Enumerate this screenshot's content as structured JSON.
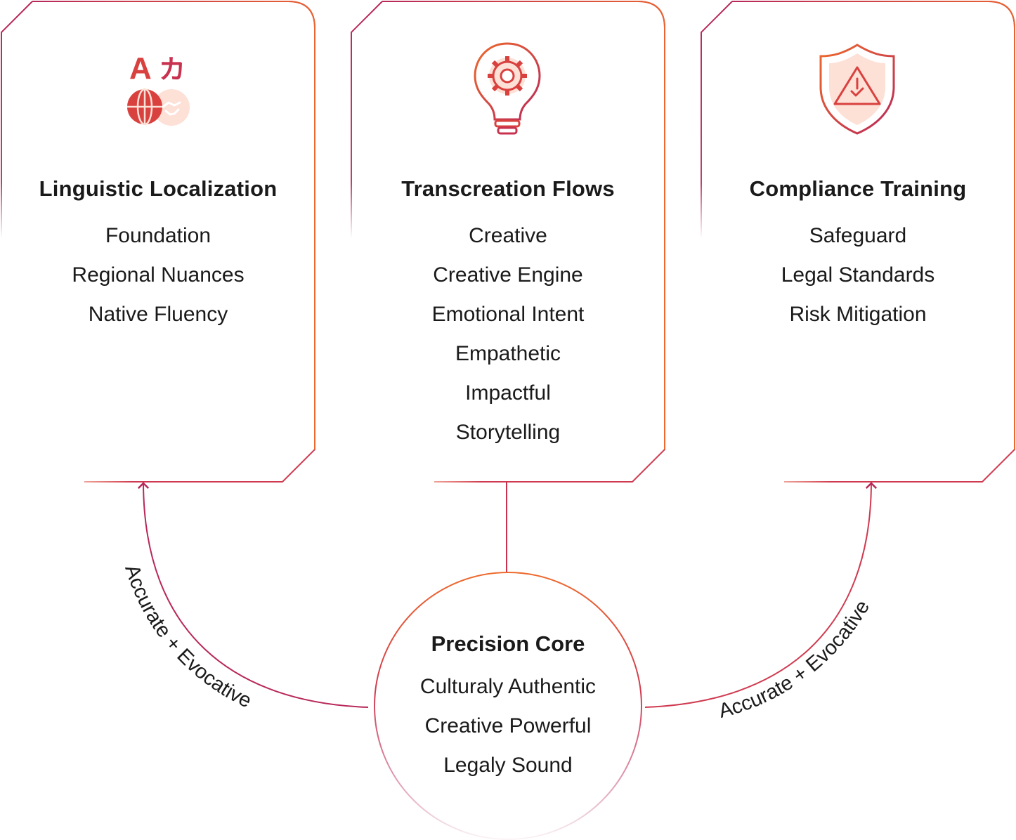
{
  "cards": [
    {
      "title": "Linguistic Localization",
      "icon": "translate-globe-handshake-icon",
      "items": [
        "Foundation",
        "Regional Nuances",
        "Native Fluency"
      ]
    },
    {
      "title": "Transcreation Flows",
      "icon": "lightbulb-gear-icon",
      "items": [
        "Creative",
        "Creative Engine",
        "Emotional Intent",
        "Empathetic",
        "Impactful",
        "Storytelling"
      ]
    },
    {
      "title": "Compliance Training",
      "icon": "shield-warning-icon",
      "items": [
        "Safeguard",
        "Legal Standards",
        "Risk Mitigation"
      ]
    }
  ],
  "core": {
    "title": "Precision Core",
    "items": [
      "Culturaly Authentic",
      "Creative Powerful",
      "Legaly Sound"
    ]
  },
  "connectors": {
    "left_label": "Accurate + Evocative",
    "right_label": "Accurate + Evocative"
  },
  "icon_glyphs": {
    "latin": "A",
    "kana": "カ"
  },
  "colors": {
    "gradient_start": "#b8285a",
    "gradient_end": "#ee6a2c",
    "accent_red": "#d9413f",
    "icon_fill_light": "#fde0d6",
    "text": "#1a1a1a"
  }
}
